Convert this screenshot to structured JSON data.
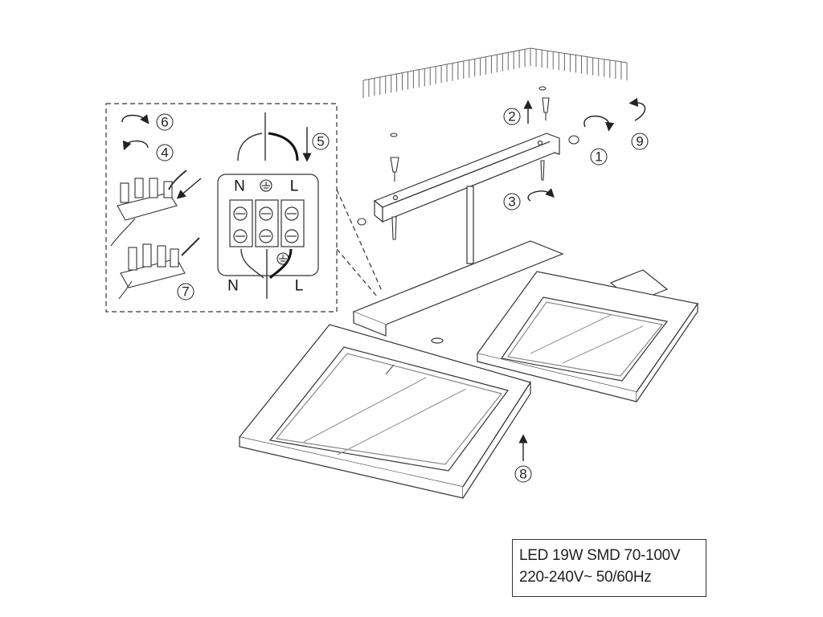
{
  "step_numbers": [
    "1",
    "2",
    "3",
    "4",
    "5",
    "6",
    "7",
    "8",
    "9"
  ],
  "terminal_labels": {
    "top_neutral": "N",
    "top_line": "L",
    "bottom_neutral": "N",
    "bottom_line": "L"
  },
  "icons": [
    "earth-ground-icon",
    "rotate-arrow-icon",
    "direction-arrow-icon",
    "screw-icon",
    "wall-plug-icon"
  ],
  "spec": {
    "line1": "LED 19W SMD 70-100V",
    "line2": "220-240V~ 50/60Hz"
  }
}
